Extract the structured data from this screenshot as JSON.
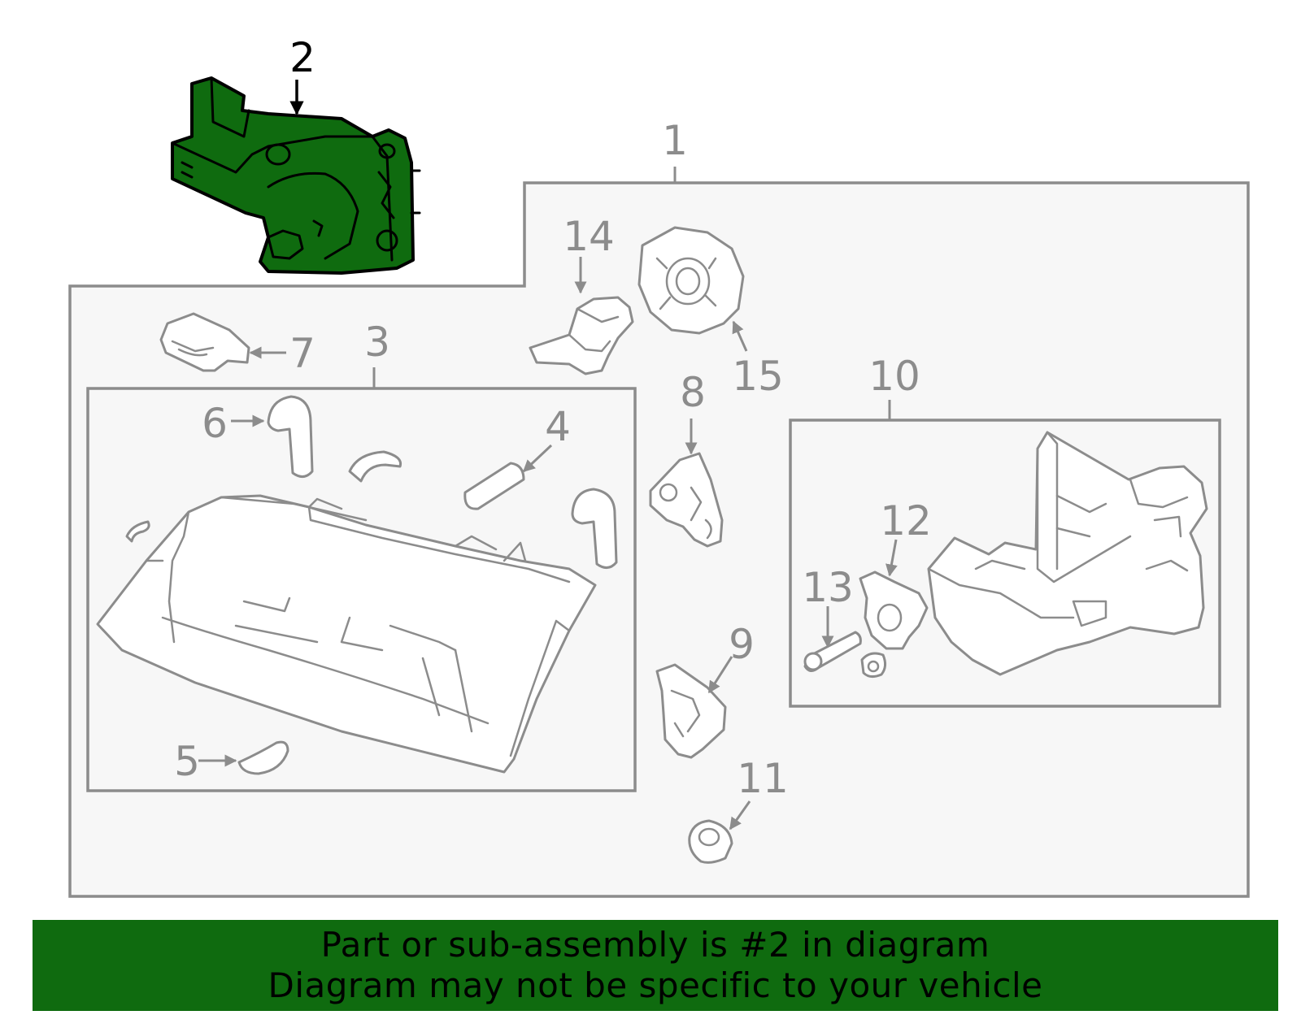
{
  "diagram": {
    "highlighted_part": "2",
    "highlight_color": "#0f6b0f",
    "line_color": "#8c8c8c",
    "callouts": {
      "c1": "1",
      "c2": "2",
      "c3": "3",
      "c4": "4",
      "c5": "5",
      "c6": "6",
      "c7": "7",
      "c8": "8",
      "c9": "9",
      "c10": "10",
      "c11": "11",
      "c12": "12",
      "c13": "13",
      "c14": "14",
      "c15": "15"
    }
  },
  "banner": {
    "line1": "Part or sub-assembly is #2 in diagram",
    "line2": "Diagram may not be specific to your vehicle",
    "background": "#0f6b0f"
  }
}
